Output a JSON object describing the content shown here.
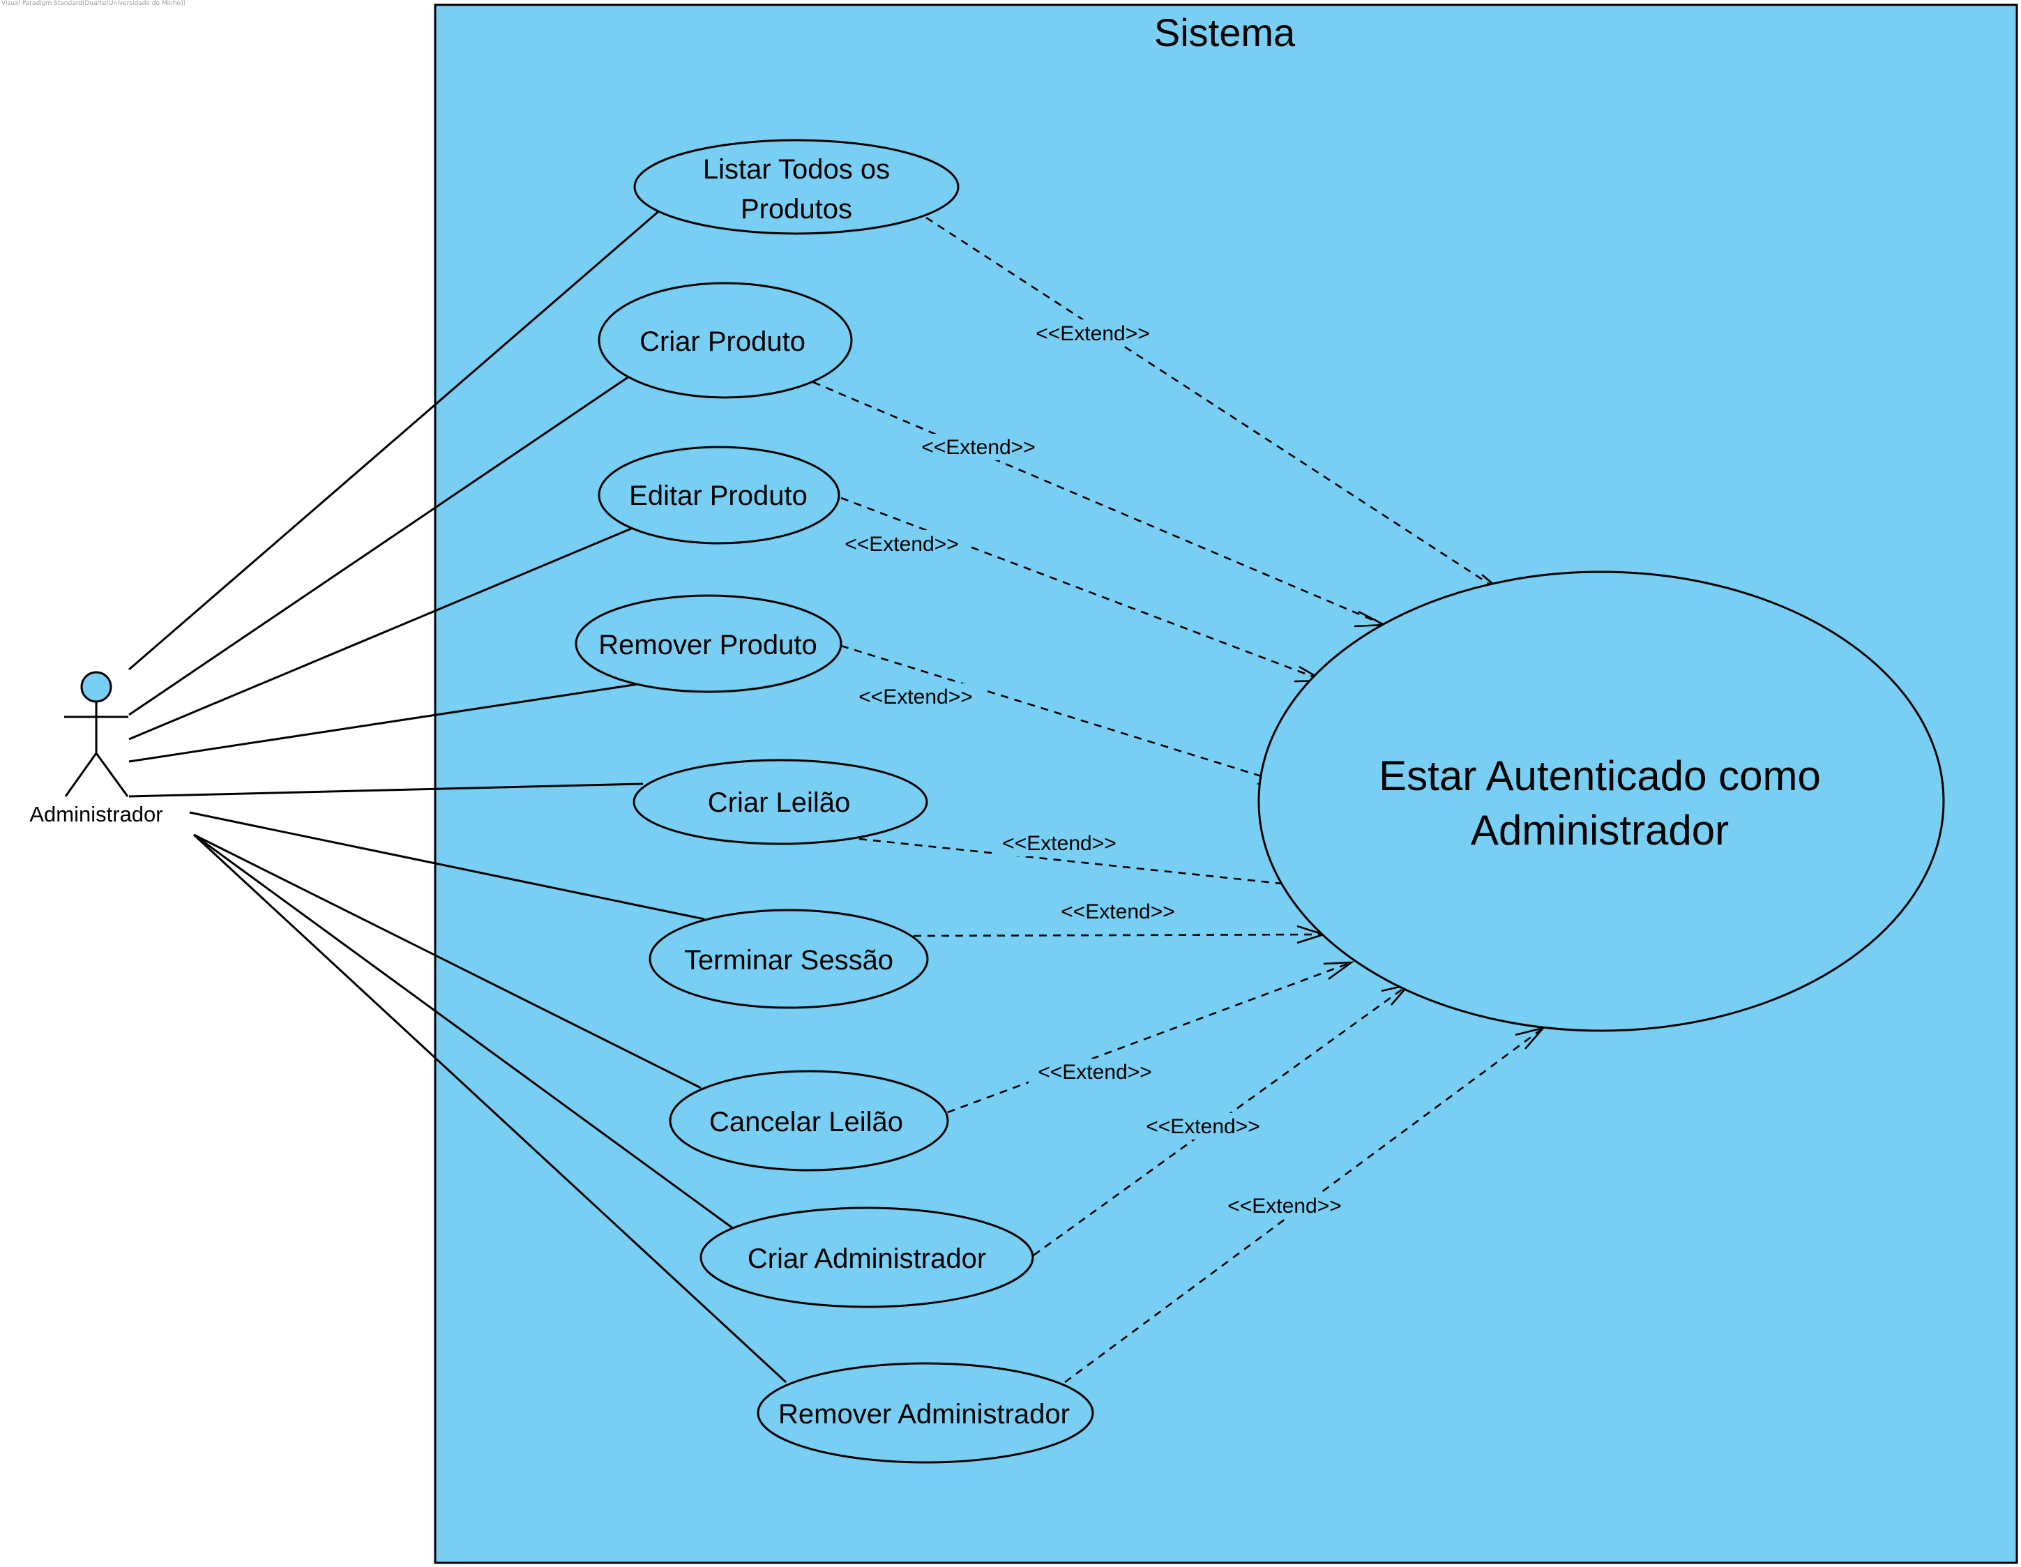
{
  "watermark": "Visual Paradigm Standard(Duarte(Universidade do Minho))",
  "colors": {
    "system_fill": "#78cef3",
    "usecase_fill": "#78cef3",
    "actor_head_fill": "#78cef3",
    "stroke": "#000000"
  },
  "diagram": {
    "system": {
      "title": "Sistema"
    },
    "actor": {
      "name": "Administrador"
    },
    "target_usecase": {
      "line1": "Estar Autenticado como",
      "line2": "Administrador"
    },
    "usecases": [
      {
        "line1": "Listar Todos os",
        "line2": "Produtos"
      },
      {
        "label": "Criar Produto"
      },
      {
        "label": "Editar Produto"
      },
      {
        "label": "Remover Produto"
      },
      {
        "label": "Criar Leilão"
      },
      {
        "label": "Terminar Sessão"
      },
      {
        "label": "Cancelar Leilão"
      },
      {
        "label": "Criar Administrador"
      },
      {
        "label": "Remover Administrador"
      }
    ],
    "relationships": [
      {
        "from": "Listar Todos os Produtos",
        "to": "Estar Autenticado como Administrador",
        "stereotype": "<<Extend>>"
      },
      {
        "from": "Criar Produto",
        "to": "Estar Autenticado como Administrador",
        "stereotype": "<<Extend>>"
      },
      {
        "from": "Editar Produto",
        "to": "Estar Autenticado como Administrador",
        "stereotype": "<<Extend>>"
      },
      {
        "from": "Remover Produto",
        "to": "Estar Autenticado como Administrador",
        "stereotype": "<<Extend>>"
      },
      {
        "from": "Criar Leilão",
        "to": "Estar Autenticado como Administrador",
        "stereotype": "<<Extend>>"
      },
      {
        "from": "Terminar Sessão",
        "to": "Estar Autenticado como Administrador",
        "stereotype": "<<Extend>>"
      },
      {
        "from": "Cancelar Leilão",
        "to": "Estar Autenticado como Administrador",
        "stereotype": "<<Extend>>"
      },
      {
        "from": "Criar Administrador",
        "to": "Estar Autenticado como Administrador",
        "stereotype": "<<Extend>>"
      },
      {
        "from": "Remover Administrador",
        "to": "Estar Autenticado como Administrador",
        "stereotype": "<<Extend>>"
      }
    ]
  }
}
